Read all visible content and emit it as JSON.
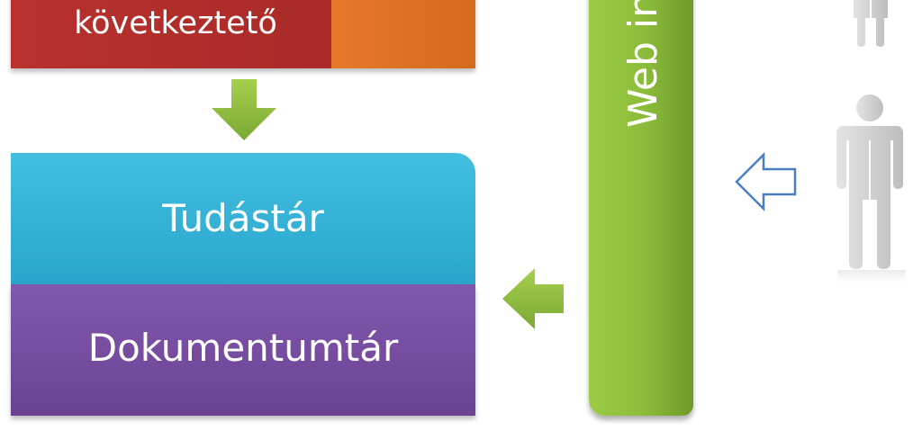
{
  "boxes": {
    "inference": {
      "label": "következtető",
      "color": "#b5302c",
      "side_color": "#e57a24"
    },
    "knowledge": {
      "label": "Tudástár",
      "color": "#35b0d6"
    },
    "documents": {
      "label": "Dokumentumtár",
      "color": "#7c53a3"
    }
  },
  "web_bar": {
    "label": "Web in",
    "color": "#8bbb3a"
  },
  "arrows": {
    "down_green": {
      "icon": "arrow-down-icon",
      "color": "#8bbb3a"
    },
    "left_green": {
      "icon": "arrow-left-icon",
      "color": "#8bbb3a"
    },
    "left_outline": {
      "icon": "arrow-left-outline-icon",
      "color": "#4a7ec0"
    }
  },
  "people": {
    "icon": "person-icon",
    "color": "#cfcfcf"
  }
}
